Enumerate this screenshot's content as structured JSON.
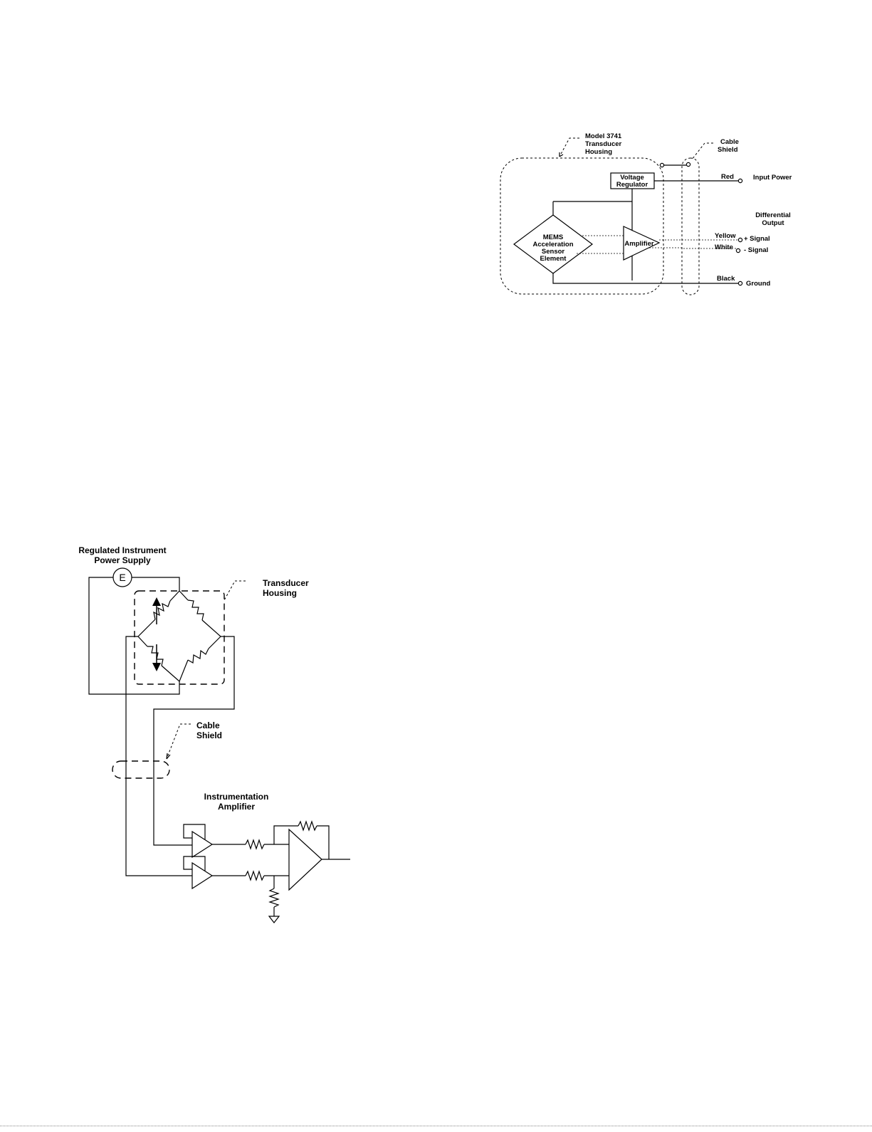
{
  "diagram_top": {
    "housing_label_line1": "Model 3741",
    "housing_label_line2": "Transducer",
    "housing_label_line3": "Housing",
    "cable_shield_line1": "Cable",
    "cable_shield_line2": "Shield",
    "voltage_regulator_line1": "Voltage",
    "voltage_regulator_line2": "Regulator",
    "sensor_line1": "MEMS",
    "sensor_line2": "Acceleration",
    "sensor_line3": "Sensor",
    "sensor_line4": "Element",
    "amplifier_label": "Amplifier",
    "wire_red": "Red",
    "wire_yellow": "Yellow",
    "wire_white": "White",
    "wire_black": "Black",
    "input_power": "Input Power",
    "differential_output_line1": "Differential",
    "differential_output_line2": "Output",
    "plus_signal": "+ Signal",
    "minus_signal": "- Signal",
    "ground": "Ground"
  },
  "diagram_bottom": {
    "power_supply_line1": "Regulated Instrument",
    "power_supply_line2": "Power Supply",
    "source_symbol": "E",
    "housing_line1": "Transducer",
    "housing_line2": "Housing",
    "cable_shield_line1": "Cable",
    "cable_shield_line2": "Shield",
    "inst_amp_line1": "Instrumentation",
    "inst_amp_line2": "Amplifier"
  }
}
